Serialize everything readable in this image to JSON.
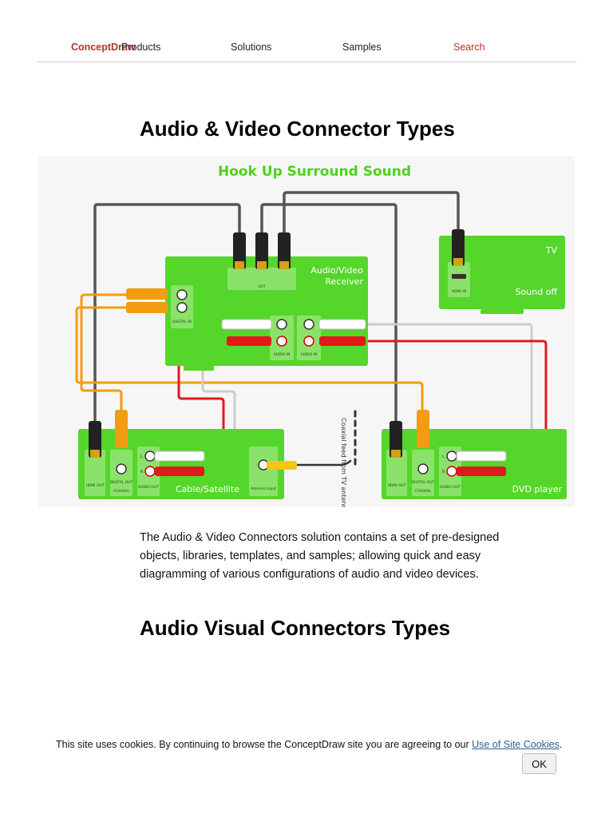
{
  "nav": {
    "brand": "ConceptDraw",
    "items": [
      "Products",
      "Solutions",
      "Samples",
      "Search"
    ]
  },
  "page": {
    "title": "Audio & Video Connector Types",
    "description": "The Audio & Video Connectors solution contains a set of pre-designed objects, libraries, templates, and samples; allowing quick and easy diagramming of various configurations of audio and video devices.",
    "subtitle": "Audio Visual Connectors Types"
  },
  "diagram": {
    "title": "Hook Up Surround Sound",
    "tv_label": "TV",
    "tv_status": "Sound off",
    "tv_port": "HDMI IN",
    "receiver_label_1": "Audio/Video",
    "receiver_label_2": "Receiver",
    "receiver_out": "OUT",
    "receiver_digital": "DIGITAL IN",
    "receiver_audio_in_1": "AUDIO IN",
    "receiver_audio_in_2": "AUDIO IN",
    "cable_label": "Cable/Satellite",
    "dvd_label": "DVD player",
    "hdmi_out": "HDMI OUT",
    "digital_out": "DIGITAL OUT",
    "coaxial": "COAXIAL",
    "audio_out": "AUDIO OUT",
    "antenna_input": "Antenna Input",
    "coax_note": "Coaxial feed from TV antenna",
    "left": "L",
    "right": "R",
    "colors": {
      "device": "#55d62a",
      "title": "#4cd21e",
      "hdmi_cable": "#555555",
      "orange": "#f39c12",
      "red": "#e01a1a",
      "white": "#cccccc"
    }
  },
  "cookie": {
    "text": "This site uses cookies. By continuing to browse the ConceptDraw site you are agreeing to our ",
    "link": "Use of Site Cookies",
    "end": ".",
    "ok": "OK"
  }
}
